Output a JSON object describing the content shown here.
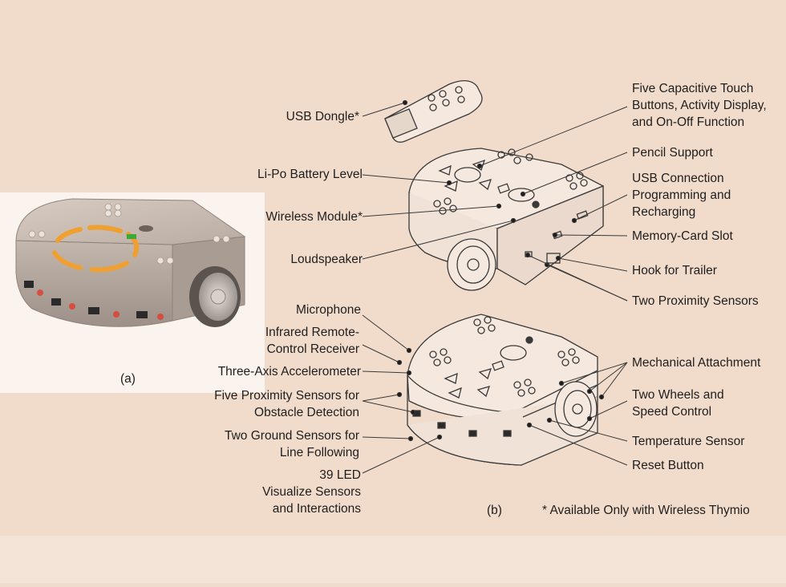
{
  "labels": {
    "usb_dongle": "USB Dongle*",
    "lipo_battery": "Li-Po Battery Level",
    "wireless_module": "Wireless Module*",
    "loudspeaker": "Loudspeaker",
    "touch_buttons": [
      "Five Capacitive Touch",
      "Buttons, Activity Display,",
      "and On-Off Function"
    ],
    "pencil_support": "Pencil Support",
    "usb_connection": [
      "USB Connection",
      "Programming and",
      "Recharging"
    ],
    "memory_card": "Memory-Card Slot",
    "hook_trailer": "Hook for Trailer",
    "two_prox": "Two Proximity Sensors",
    "microphone": "Microphone",
    "infrared": [
      "Infrared Remote-",
      "Control Receiver"
    ],
    "accelerometer": "Three-Axis Accelerometer",
    "five_prox": [
      "Five Proximity Sensors for",
      "Obstacle Detection"
    ],
    "ground_sensors": [
      "Two Ground Sensors for",
      "Line Following"
    ],
    "led": [
      "39 LED",
      "Visualize Sensors",
      "and Interactions"
    ],
    "mechanical": "Mechanical Attachment",
    "wheels": [
      "Two Wheels and",
      "Speed Control"
    ],
    "temperature": "Temperature Sensor",
    "reset": "Reset Button",
    "caption_a": "(a)",
    "caption_b": "(b)",
    "footnote": "* Available Only with Wireless Thymio"
  },
  "colors": {
    "background": "#f1dccc",
    "line": "#3a3a3a",
    "robot_body": "#c9bcb2",
    "led_orange": "#f0a030",
    "led_red": "#e03c2c",
    "led_green": "#3aa83a"
  }
}
